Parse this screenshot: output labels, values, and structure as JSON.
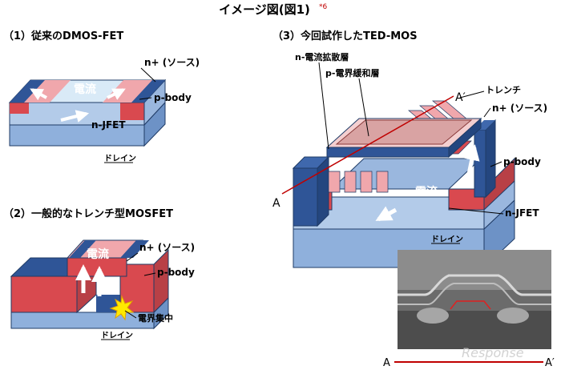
{
  "title": "イメージ図(図1)",
  "title_note": "*6",
  "panel1": {
    "heading": "（1）従来のDMOS-FET",
    "current": "電流",
    "n_plus": "n+ (ソース)",
    "p_body": "p-body",
    "n_jfet": "n-JFET",
    "drain": "ドレイン"
  },
  "panel2": {
    "heading": "（2）一般的なトレンチ型MOSFET",
    "current": "電流",
    "n_plus": "n+ (ソース)",
    "p_body": "p-body",
    "field_conc": "電界集中",
    "drain": "ドレイン"
  },
  "panel3": {
    "heading": "（3）今回試作したTED-MOS",
    "n_diff": "n-電流拡散層",
    "p_field": "p-電界緩和層",
    "trench": "トレンチ",
    "n_plus": "n+ (ソース)",
    "p_body": "p-body",
    "current": "電流",
    "n_jfet": "n-JFET",
    "drain": "ドレイン",
    "a_label": "A",
    "a_prime": "A′"
  },
  "sem": {
    "a_label": "A",
    "a_prime": "A′",
    "watermark": "Response"
  },
  "colors": {
    "drain_blue": "#8fb0dc",
    "jfet_blue": "#b3cbe9",
    "p_red": "#d9494f",
    "p_pink": "#f0a7ac",
    "n_dark": "#2f5597",
    "accent_red": "#c00000"
  }
}
